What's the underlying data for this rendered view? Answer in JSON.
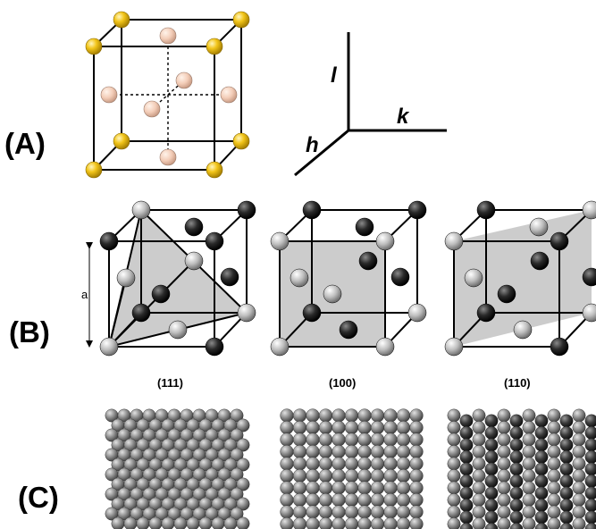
{
  "panels": {
    "a": {
      "label": "(A)"
    },
    "b": {
      "label": "(B)"
    },
    "c": {
      "label": "(C)"
    }
  },
  "axes": {
    "l": "l",
    "k": "k",
    "h": "h"
  },
  "lattice_constant": "a",
  "planes": [
    {
      "label": "(111)"
    },
    {
      "label": "(100)"
    },
    {
      "label": "(110)"
    }
  ],
  "colors": {
    "corner_atom": "#f2c51a",
    "face_atom": "#f3cdb8",
    "dark_atom": "#2a2a2a",
    "light_atom": "#bdbdbd",
    "plane_fill": "#c6c6c6",
    "surface_atom": "#8a8a8a",
    "surface_dark": "#3a3a3a"
  }
}
